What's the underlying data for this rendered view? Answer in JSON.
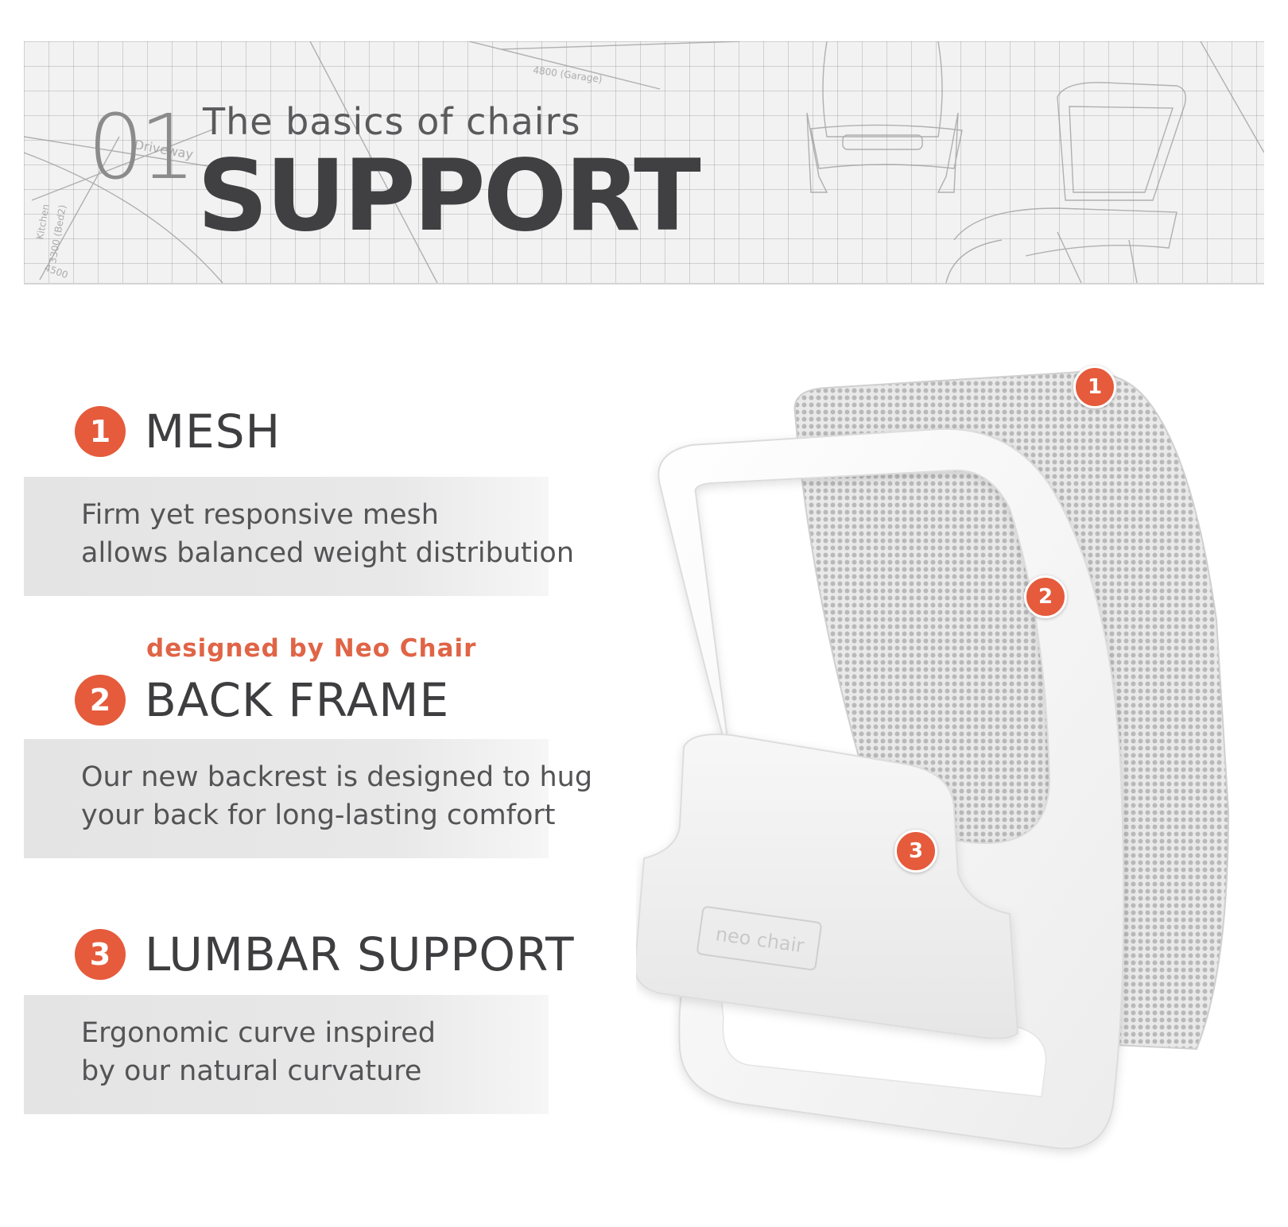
{
  "banner": {
    "number": "01",
    "subtitle": "The basics of chairs",
    "title": "SUPPORT",
    "sketch_labels": [
      "Driveway",
      "Kitchen",
      "3300 (Bed2)",
      "4500",
      "4800 (Garage)"
    ]
  },
  "features": [
    {
      "number": "1",
      "title": "MESH",
      "description_line1": "Firm yet responsive mesh",
      "description_line2": "allows balanced weight distribution"
    },
    {
      "number": "2",
      "tagline": "designed by Neo Chair",
      "title": "BACK FRAME",
      "description_line1": "Our new backrest is designed to hug",
      "description_line2": "your back for long-lasting comfort"
    },
    {
      "number": "3",
      "title": "LUMBAR SUPPORT",
      "description_line1": "Ergonomic curve inspired",
      "description_line2": "by our natural curvature"
    }
  ],
  "product": {
    "brand_mark": "neo chair",
    "pins": [
      "1",
      "2",
      "3"
    ]
  },
  "colors": {
    "accent": "#e55b3c",
    "tagline": "#e06446",
    "heading": "#3e3e40",
    "box": "#e6e6e6"
  }
}
